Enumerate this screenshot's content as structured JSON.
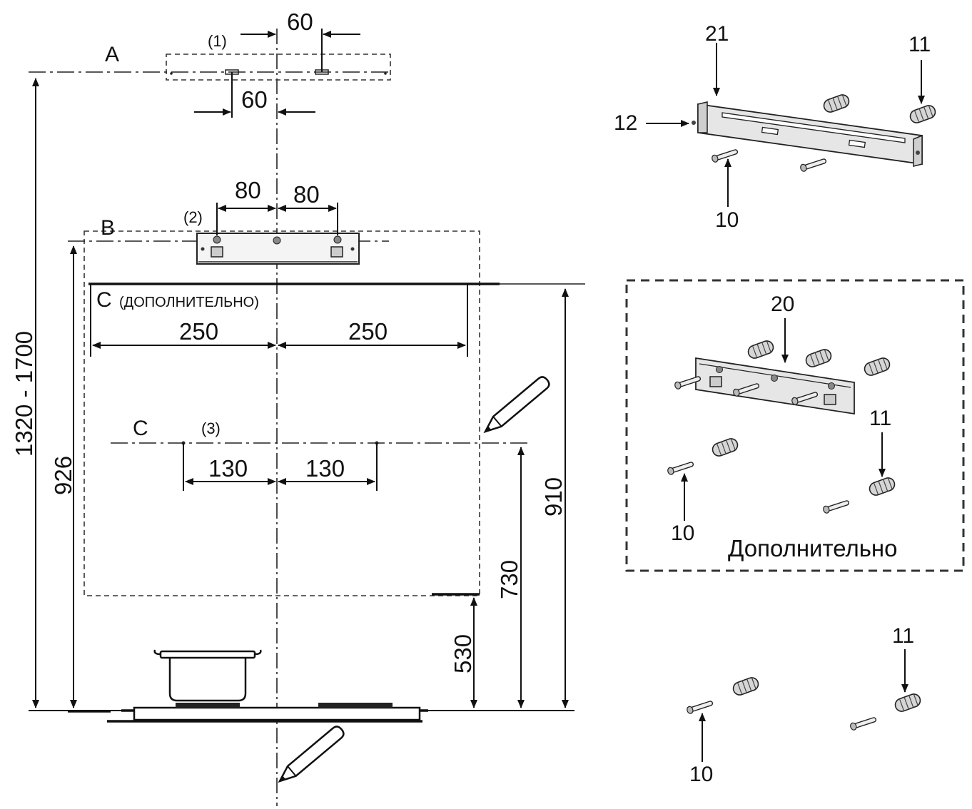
{
  "labels": {
    "A": "A",
    "B": "B",
    "C_upper": "C",
    "C_upper_note": "(ДОПОЛНИТЕЛЬНО)",
    "C_lower": "C",
    "ref1": "(1)",
    "ref2": "(2)",
    "ref3": "(3)"
  },
  "dimensions": {
    "a_top": "60",
    "a_bottom": "60",
    "b_left": "80",
    "b_right": "80",
    "c_left": "250",
    "c_right": "250",
    "c3_left": "130",
    "c3_right": "130",
    "total_height": "1320 - 1700",
    "h926": "926",
    "h910": "910",
    "h730": "730",
    "h530": "530"
  },
  "parts": {
    "p21": "21",
    "p11_top": "11",
    "p12": "12",
    "p10_top": "10",
    "p20": "20",
    "p11_mid": "11",
    "p10_mid": "10",
    "p11_bottom": "11",
    "p10_bottom": "10"
  },
  "optional_label": "Дополнительно"
}
